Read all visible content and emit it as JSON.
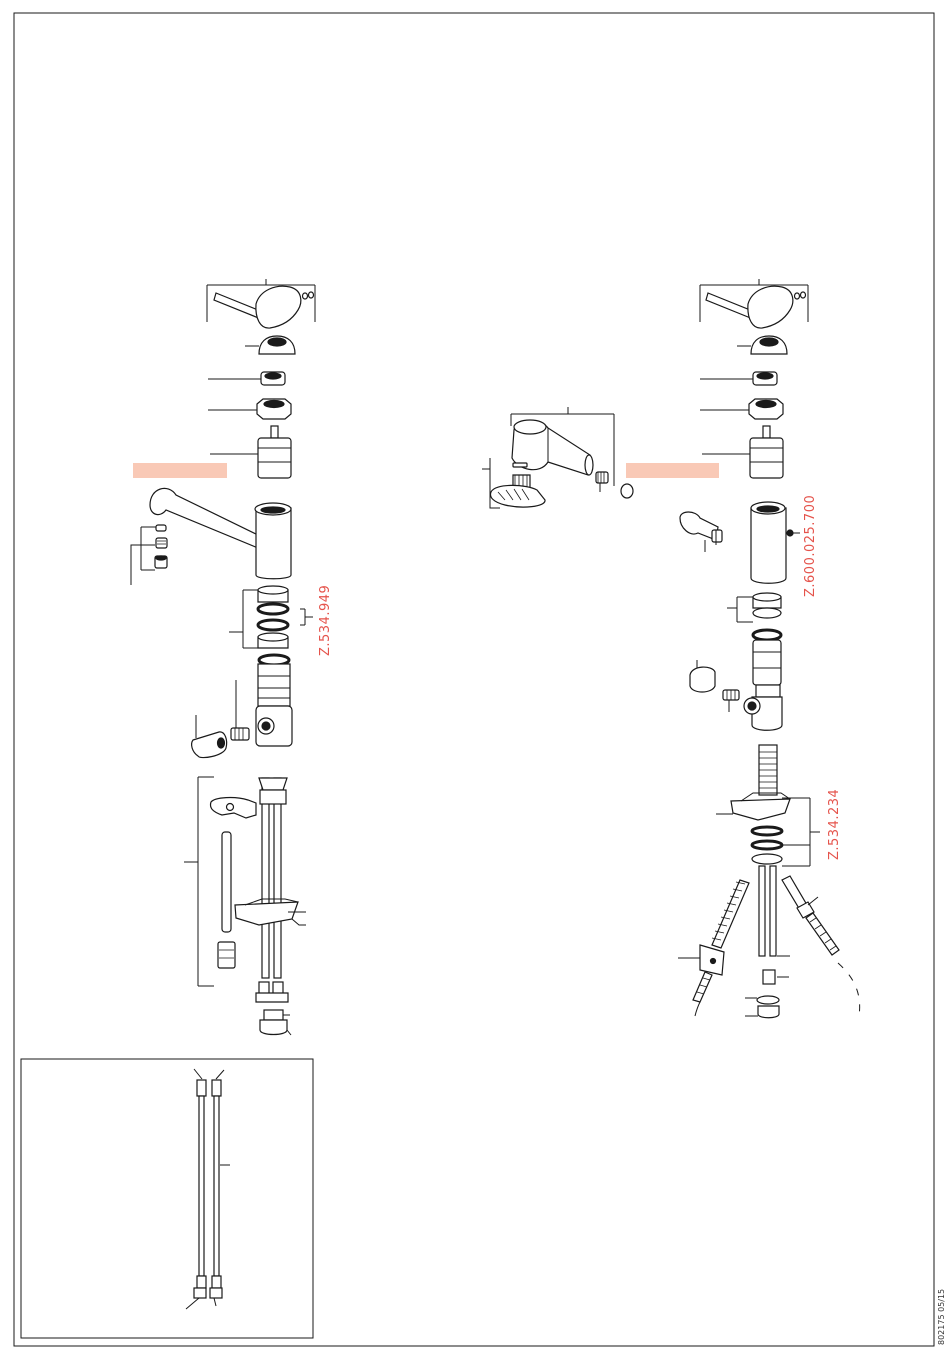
{
  "colors": {
    "part_number": "#e5534b",
    "highlight_bar": "#f9c9b6",
    "line": "#1a1a1a"
  },
  "part_numbers": {
    "left_seal_set": "Z.534.949",
    "right_body": "Z.600.025.700",
    "right_mount_set": "Z.534.234"
  },
  "document_code": "802175 05/15"
}
